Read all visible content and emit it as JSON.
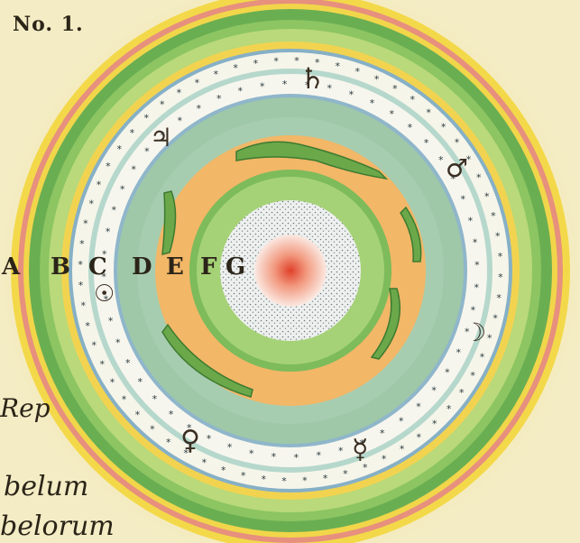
{
  "plate_number": "No. 1.",
  "ring_letters": [
    "A",
    "B",
    "C",
    "D",
    "E",
    "F",
    "G"
  ],
  "planet_symbols": {
    "saturn": "♄",
    "jupiter": "♃",
    "mars": "♂",
    "sun": "☉",
    "moon": "☽",
    "venus": "♀",
    "mercury": "☿"
  },
  "margin_text": {
    "rep": "Rep",
    "line1": "belum",
    "line2": "belorum"
  },
  "colors": {
    "paper": "#f4ecc4",
    "outer_yellow": "#f3d94a",
    "pink_ring": "#e88b8b",
    "green_dark": "#5aa34a",
    "green_light": "#9fcf6a",
    "teal_ring": "#a9cfc0",
    "star_band": "#f6f6ec",
    "orange_band": "#f0b45c",
    "core_stipple": "#e9ecec",
    "center_red": "#e04a2a"
  }
}
